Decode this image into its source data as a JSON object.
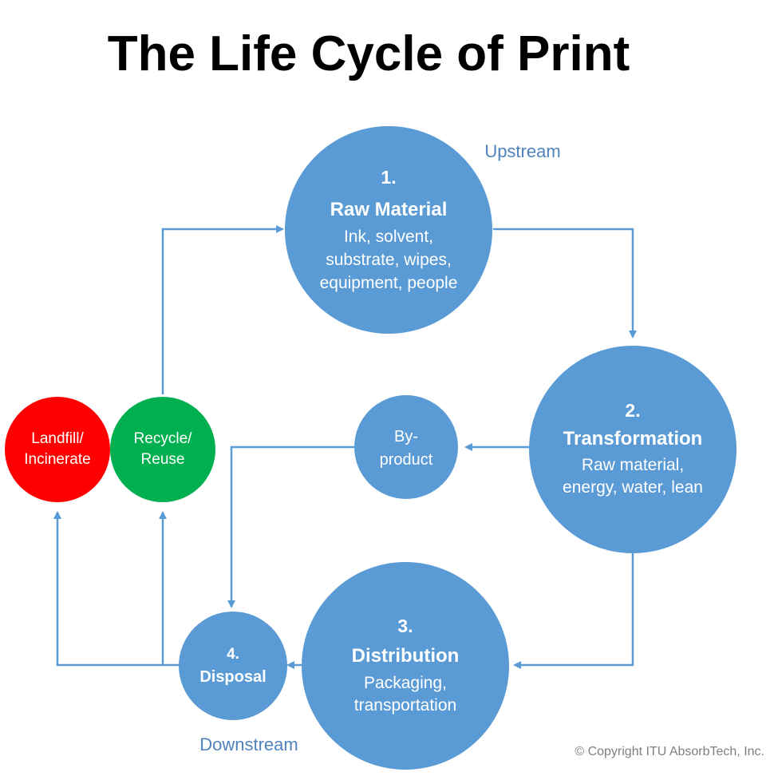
{
  "title": "The Life Cycle of Print",
  "labels": {
    "upstream": "Upstream",
    "downstream": "Downstream",
    "copyright": "© Copyright ITU AbsorbTech, Inc."
  },
  "nodes": {
    "raw_material": {
      "number": "1.",
      "title": "Raw Material",
      "desc": [
        "Ink, solvent,",
        "substrate, wipes,",
        "equipment, people"
      ]
    },
    "transformation": {
      "number": "2.",
      "title": "Transformation",
      "desc": [
        "Raw material,",
        "energy, water, lean"
      ]
    },
    "distribution": {
      "number": "3.",
      "title": "Distribution",
      "desc": [
        "Packaging,",
        "transportation"
      ]
    },
    "disposal": {
      "number": "4.",
      "title": "Disposal"
    },
    "byproduct": {
      "lines": [
        "By-",
        "product"
      ]
    },
    "recycle": {
      "lines": [
        "Recycle/",
        "Reuse"
      ]
    },
    "landfill": {
      "lines": [
        "Landfill/",
        "Incinerate"
      ]
    }
  },
  "colors": {
    "node_blue": "#5b9bd5",
    "arrow_blue": "#5b9bd5",
    "recycle_green": "#00b050",
    "landfill_red": "#ff0000",
    "label_blue": "#4f83bd",
    "copyright_gray": "#7f7f7f"
  }
}
